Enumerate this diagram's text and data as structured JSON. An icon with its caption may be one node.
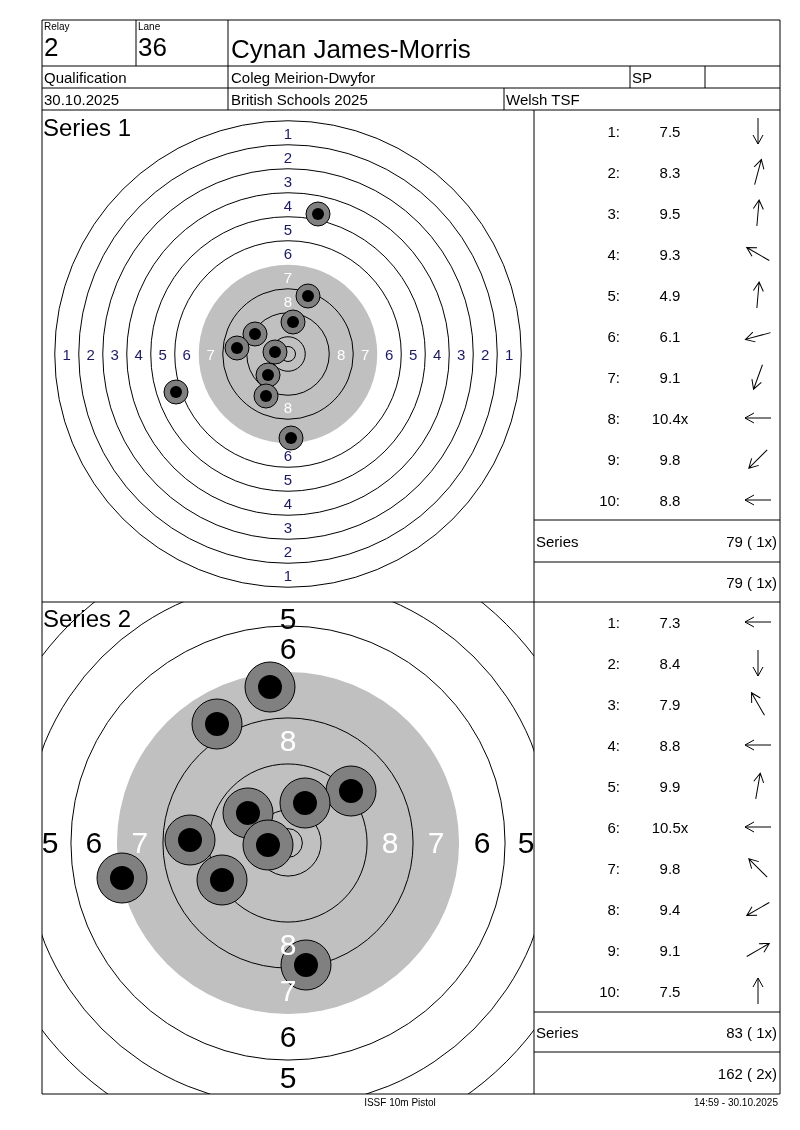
{
  "diagram": {
    "labels": [
      "Relay",
      "2",
      "Lane",
      "36",
      "Cynan James-Morris",
      "Qualification",
      "Coleg Meirion-Dwyfor",
      "SP",
      "30.10.2025",
      "British Schools 2025",
      "Welsh TSF",
      "Series 1",
      "1",
      "2",
      "3",
      "4",
      "5",
      "6",
      "7",
      "8",
      "1",
      "2",
      "3",
      "4",
      "5",
      "6",
      "7",
      "8",
      "7",
      "6",
      "5",
      "4",
      "3",
      "2",
      "1",
      "8",
      "6",
      "5",
      "4",
      "3",
      "2",
      "1",
      "1:",
      "7.5",
      "2:",
      "8.3",
      "3:",
      "9.5",
      "4:",
      "9.3",
      "5:",
      "4.9",
      "6:",
      "6.1",
      "7:",
      "9.1",
      "8:",
      "10.4x",
      "9:",
      "9.8",
      "10:",
      "8.8",
      "Series",
      "79 ( 1x)",
      "79 ( 1x)",
      "Series 2",
      "5",
      "6",
      "8",
      "5",
      "6",
      "7",
      "8",
      "7",
      "6",
      "5",
      "8",
      "7",
      "6",
      "5",
      "1:",
      "7.3",
      "2:",
      "8.4",
      "3:",
      "7.9",
      "4:",
      "8.8",
      "5:",
      "9.9",
      "6:",
      "10.5x",
      "7:",
      "9.8",
      "8:",
      "9.4",
      "9:",
      "9.1",
      "10:",
      "7.5",
      "Series",
      "83 ( 1x)",
      "162 ( 2x)",
      "ISSF 10m Pistol",
      "14:59 - 30.10.2025"
    ]
  }
}
